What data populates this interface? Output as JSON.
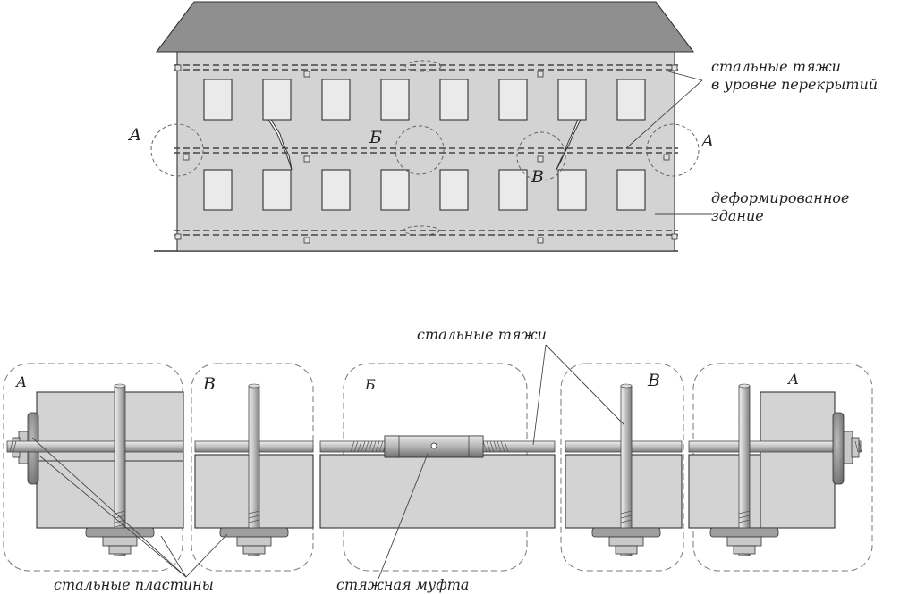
{
  "building_labels": {
    "steel_ties_floor_levels": [
      "стальные тяжи",
      "в уровне перекрытий"
    ],
    "deformed_building": [
      "деформированное",
      "здание"
    ],
    "marker_a": "А",
    "marker_b": "Б",
    "marker_v": "В"
  },
  "detail_labels": {
    "steel_ties": "стальные тяжи",
    "steel_plates": "стальные пластины",
    "turnbuckle": "стяжная муфта",
    "frame_a_left": "А",
    "frame_v_left": "В",
    "frame_b": "Б",
    "frame_v_right": "В",
    "frame_a_right": "А"
  },
  "colors": {
    "wall": "#d3d3d3",
    "roof": "#8f8f8f",
    "window": "#eaeaea",
    "rod": "#bdbdbd",
    "plate": "#9e9e9e"
  }
}
